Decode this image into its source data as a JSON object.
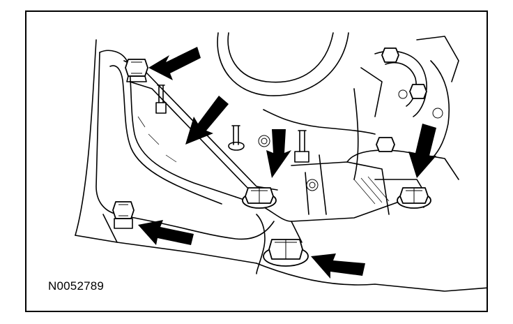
{
  "figure": {
    "id_label": "N0052789"
  },
  "colors": {
    "background": "#ffffff",
    "line": "#000000",
    "arrow": "#000000"
  },
  "callouts": [
    {
      "name": "arrow-upper-left-bolt",
      "target": "bolt"
    },
    {
      "name": "arrow-bracket-edge",
      "target": "bracket"
    },
    {
      "name": "arrow-center-stud-bolt",
      "target": "bolt"
    },
    {
      "name": "arrow-right-bolt",
      "target": "bolt"
    },
    {
      "name": "arrow-lower-left-bolt",
      "target": "bolt"
    },
    {
      "name": "arrow-lower-center-bolt",
      "target": "bolt"
    }
  ]
}
